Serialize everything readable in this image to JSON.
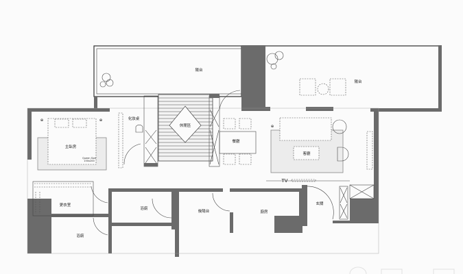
{
  "title": "Apartment floor plan",
  "rooms": {
    "balcony_left": "陽台",
    "balcony_right": "陽台",
    "vanity": "化妝桌",
    "lounge": "休閒區",
    "dining": "餐廳",
    "living": "客廳",
    "master_bedroom": "主臥房",
    "bed_size_line1": "Queen Size",
    "bed_size_line2": "150x200",
    "walk_in_closet": "更衣室",
    "bathroom_1": "浴廁",
    "bathroom_2": "浴廁",
    "back_balcony": "後陽台",
    "kitchen": "廚房",
    "entrance": "玄關",
    "tv": "TV"
  },
  "colors": {
    "wall": "#6b6b6b",
    "line": "#333333",
    "background": "#fbfbfb"
  }
}
